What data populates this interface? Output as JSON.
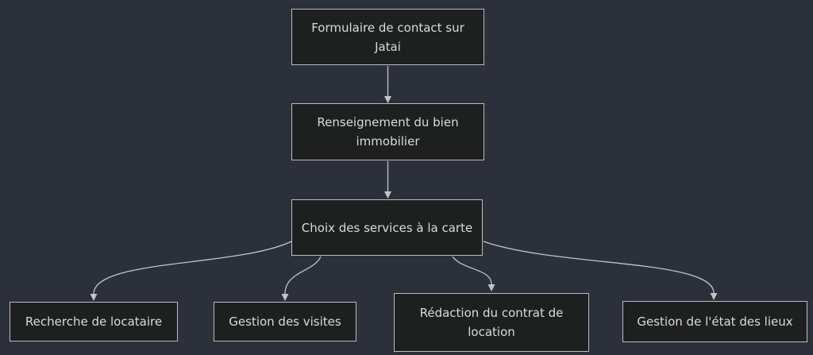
{
  "diagram": {
    "type": "flowchart",
    "direction": "top-down",
    "nodes": [
      {
        "id": "formulaire",
        "label": "Formulaire de contact sur Jatai"
      },
      {
        "id": "renseignement",
        "label": "Renseignement du bien immobilier"
      },
      {
        "id": "choix",
        "label": "Choix des services à la carte"
      },
      {
        "id": "recherche",
        "label": "Recherche de locataire"
      },
      {
        "id": "visites",
        "label": "Gestion des visites"
      },
      {
        "id": "contrat",
        "label": "Rédaction du contrat de location"
      },
      {
        "id": "etat",
        "label": "Gestion de l'état des lieux"
      }
    ],
    "edges": [
      {
        "from": "formulaire",
        "to": "renseignement"
      },
      {
        "from": "renseignement",
        "to": "choix"
      },
      {
        "from": "choix",
        "to": "recherche"
      },
      {
        "from": "choix",
        "to": "visites"
      },
      {
        "from": "choix",
        "to": "contrat"
      },
      {
        "from": "choix",
        "to": "etat"
      }
    ]
  },
  "theme": {
    "background": "#2b303a",
    "node_fill": "#1e1f1f",
    "node_border": "#b9bcc0",
    "node_text": "#dadbdc",
    "edge_color": "#c2c5c9"
  }
}
